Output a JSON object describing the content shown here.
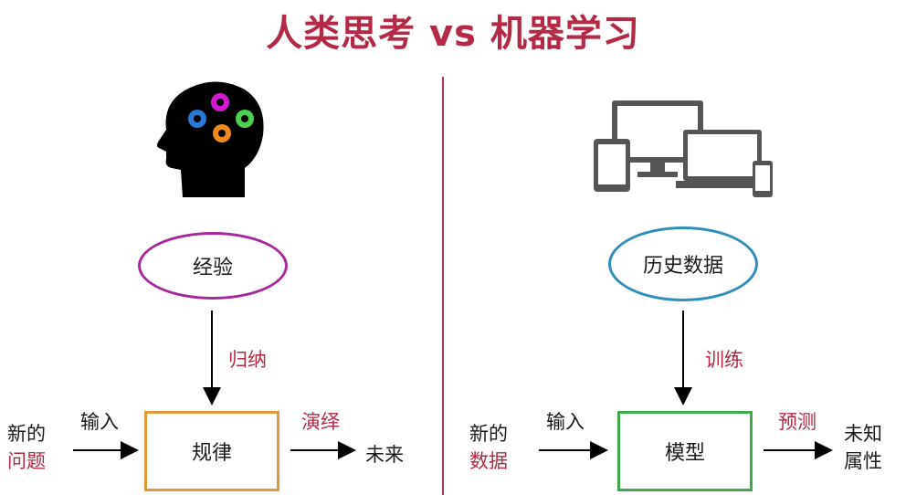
{
  "title": "人类思考 vs 机器学习",
  "colors": {
    "accent": "#b22a45",
    "human_ellipse": "#a7289c",
    "machine_ellipse": "#2f8fb9",
    "human_box": "#e09a3a",
    "machine_box": "#3faa4e"
  },
  "human": {
    "icon": "head-with-gears-icon",
    "source": "经验",
    "arrow_label": "归纳",
    "box": "规律",
    "left_line1": "新的",
    "left_line2": "问题",
    "input_label": "输入",
    "output_arrow_label": "演绎",
    "output": "未来"
  },
  "machine": {
    "icon": "devices-icon",
    "source": "历史数据",
    "arrow_label": "训练",
    "box": "模型",
    "left_line1": "新的",
    "left_line2": "数据",
    "input_label": "输入",
    "output_arrow_label": "预测",
    "output_line1": "未知",
    "output_line2": "属性"
  }
}
